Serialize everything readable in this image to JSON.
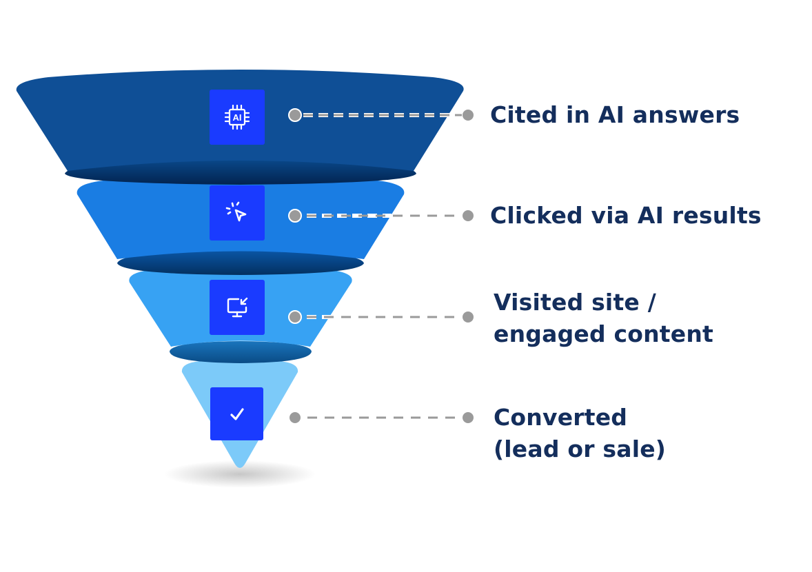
{
  "diagram": {
    "type": "funnel",
    "stages": [
      {
        "label_lines": [
          "Cited in AI answers"
        ],
        "icon": "ai-chip-icon",
        "color": "#0f4f96",
        "shade": "#022a5a"
      },
      {
        "label_lines": [
          "Clicked via AI results"
        ],
        "icon": "cursor-click-icon",
        "color": "#1a7de3",
        "shade": "#053d7a"
      },
      {
        "label_lines": [
          "Visited site /",
          "engaged content"
        ],
        "icon": "monitor-arrow-icon",
        "color": "#37a2f3",
        "shade": "#0d5998"
      },
      {
        "label_lines": [
          "Converted",
          "(lead or sale)"
        ],
        "icon": "checkmark-icon",
        "color": "#7ccaf9",
        "shade": null
      }
    ],
    "icon_text": "AI",
    "icon_bg": "#1a3bff",
    "label_color": "#142e5c",
    "connector_color": "#9a9a9a"
  }
}
